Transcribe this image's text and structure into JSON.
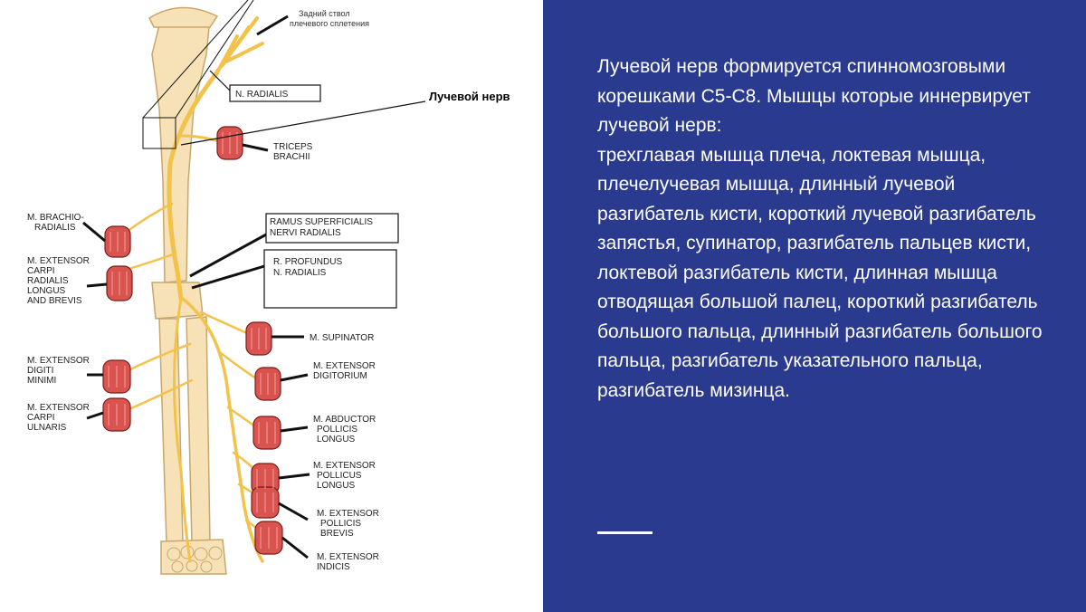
{
  "diagram": {
    "callout": "Лучевой нерв",
    "labels": {
      "posterior_cord_line1": "Задний ствол",
      "posterior_cord_line2": "плечевого сплетения",
      "n_radialis": "N. RADIALIS",
      "triceps_1": "TRICEPS",
      "triceps_2": "BRACHII",
      "brachioradialis_1": "M. BRACHIO-",
      "brachioradialis_2": "RADIALIS",
      "ecrl_1": "M. EXTENSOR",
      "ecrl_2": "CARPI",
      "ecrl_3": "RADIALIS",
      "ecrl_4": "LONGUS",
      "ecrl_5": "AND BREVIS",
      "superficial_1": "RAMUS SUPERFICIALIS",
      "superficial_2": "NERVI RADIALIS",
      "profundus_1": "R. PROFUNDUS",
      "profundus_2": "N. RADIALIS",
      "supinator": "M. SUPINATOR",
      "edm_1": "M. EXTENSOR",
      "edm_2": "DIGITI",
      "edm_3": "MINIMI",
      "ed_1": "M. EXTENSOR",
      "ed_2": "DIGITORIUM",
      "ecu_1": "M. EXTENSOR",
      "ecu_2": "CARPI",
      "ecu_3": "ULNARIS",
      "apl_1": "M. ABDUCTOR",
      "apl_2": "POLLICIS",
      "apl_3": "LONGUS",
      "epl_1": "M. EXTENSOR",
      "epl_2": "POLLICUS",
      "epl_3": "LONGUS",
      "epb_1": "M. EXTENSOR",
      "epb_2": "POLLICIS",
      "epb_3": "BREVIS",
      "ei_1": "M. EXTENSOR",
      "ei_2": "INDICIS"
    }
  },
  "panel": {
    "paragraph1": "Лучевой нерв формируется спинномозговыми корешками С5-С8. Мышцы которые иннервирует лучевой нерв:",
    "paragraph2": "трехглавая мышца плеча, локтевая мышца, плечелучевая мышца, длинный лучевой разгибатель кисти, короткий лучевой разгибатель запястья, супинатор, разгибатель пальцев кисти, локтевой разгибатель кисти, длинная мышца отводящая большой палец, короткий разгибатель большого пальца, длинный разгибатель большого пальца, разгибатель указательного пальца, разгибатель мизинца."
  },
  "colors": {
    "panel_bg": "#2a3a8f",
    "nerve": "#f2c24a",
    "muscle": "#d9534f",
    "bone": "#f7e2b8"
  }
}
